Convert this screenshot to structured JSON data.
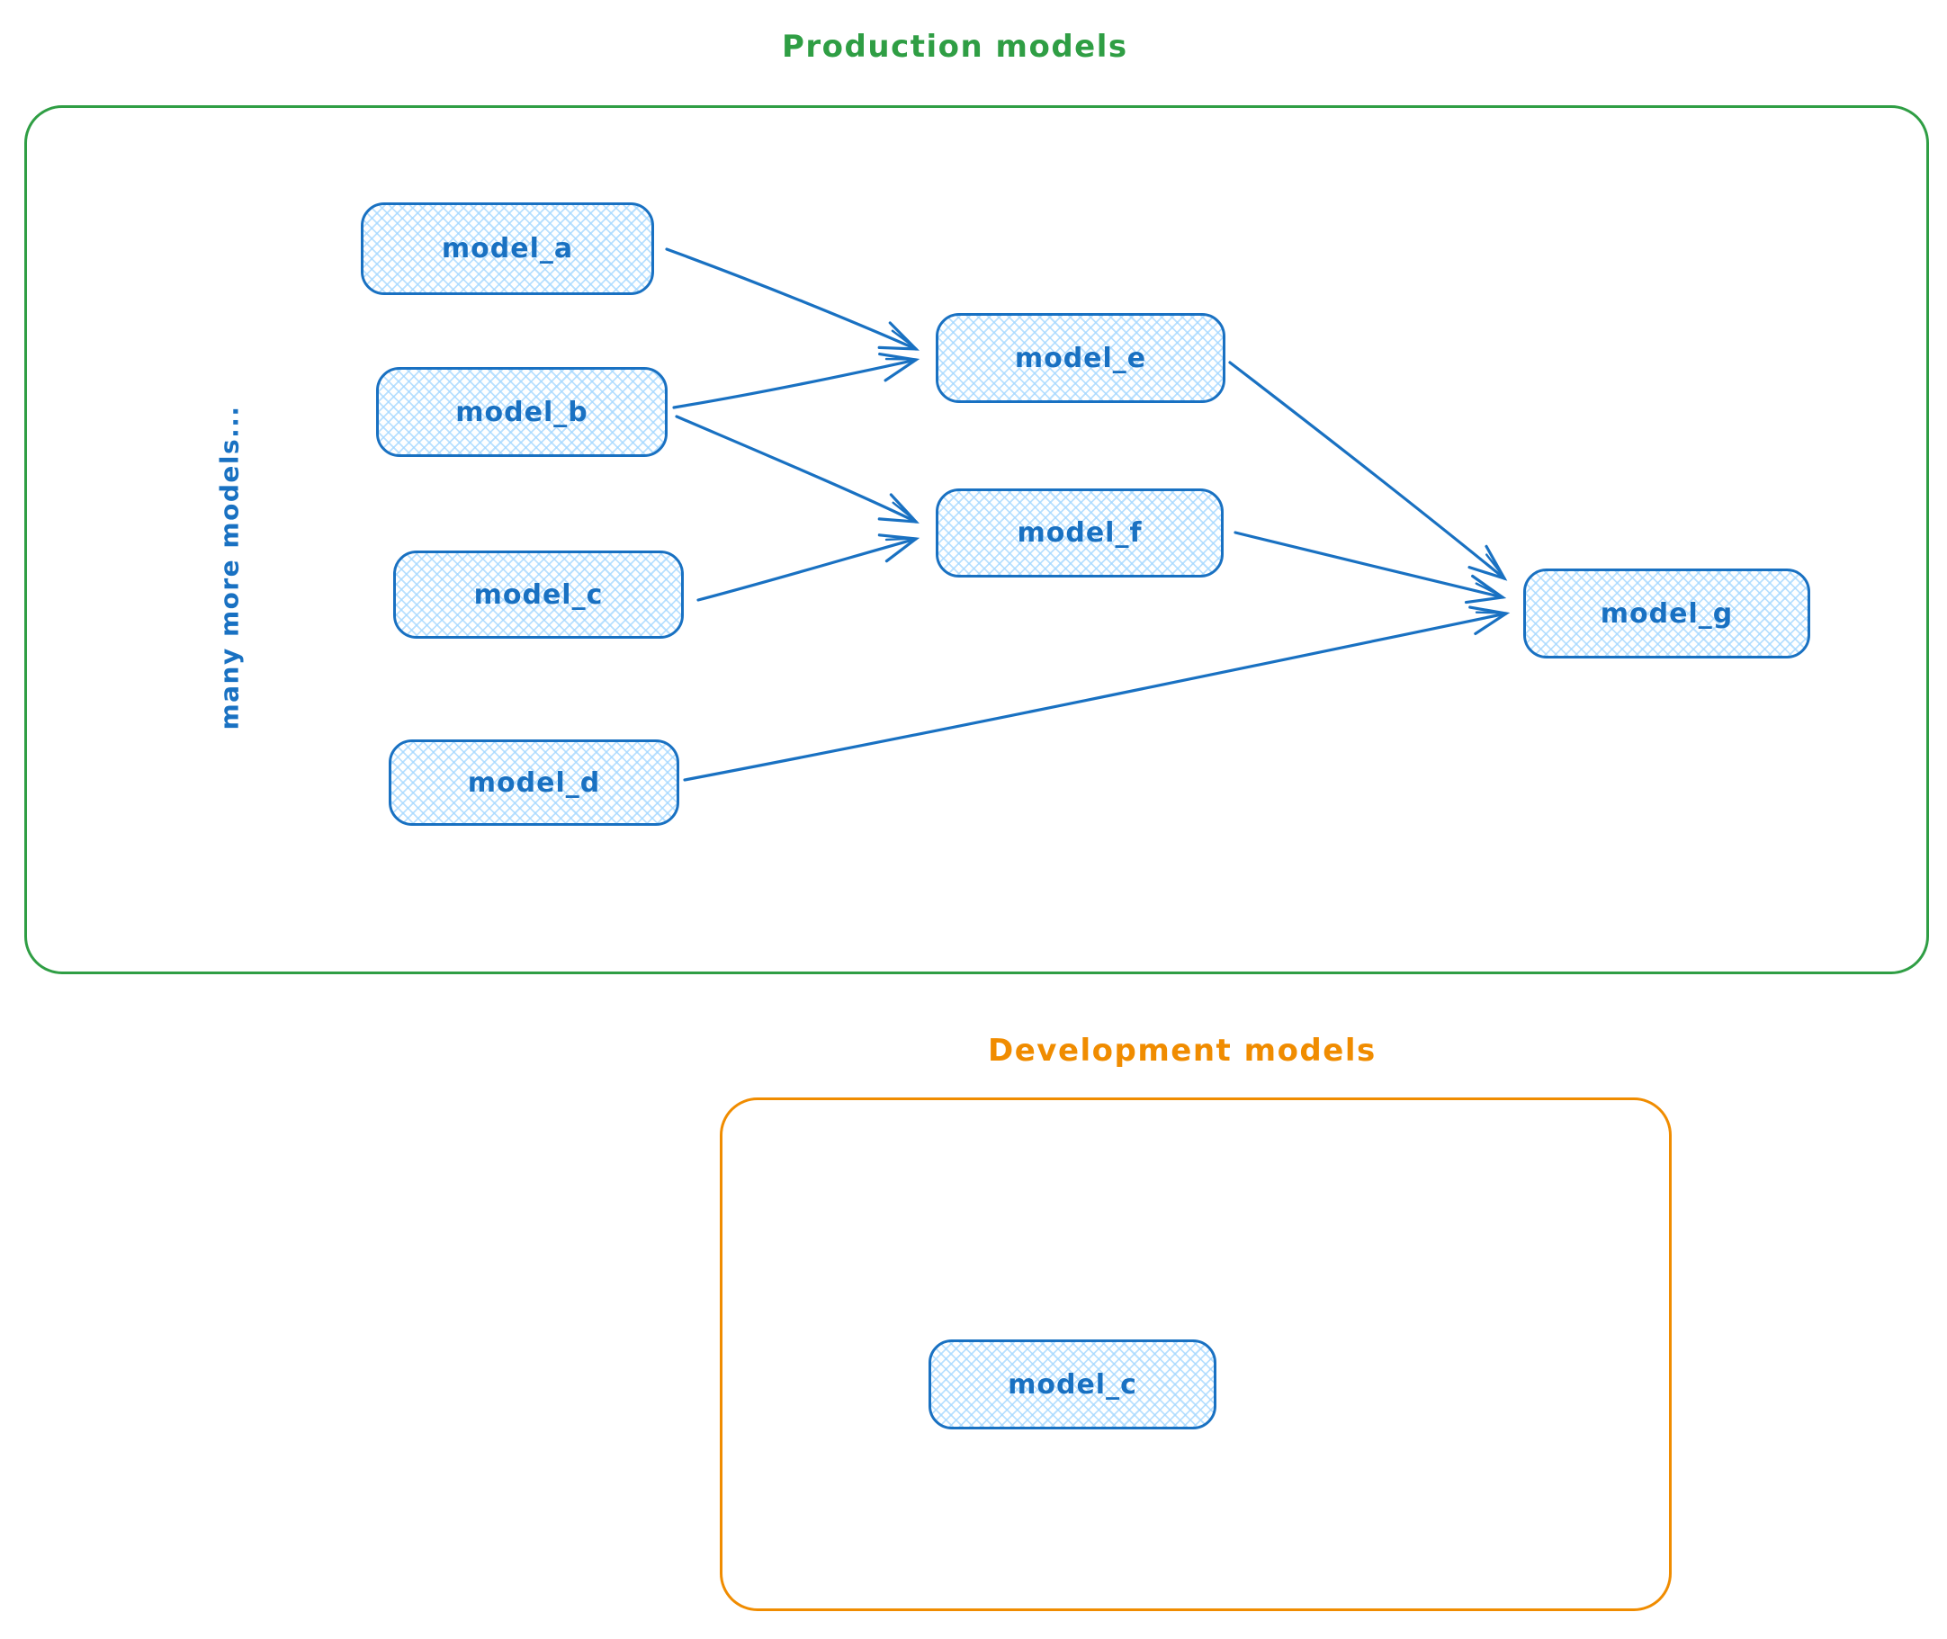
{
  "production": {
    "title": "Production models",
    "side_note": "many more models...",
    "nodes": [
      {
        "id": "model_a",
        "label": "model_a"
      },
      {
        "id": "model_b",
        "label": "model_b"
      },
      {
        "id": "model_c",
        "label": "model_c"
      },
      {
        "id": "model_d",
        "label": "model_d"
      },
      {
        "id": "model_e",
        "label": "model_e"
      },
      {
        "id": "model_f",
        "label": "model_f"
      },
      {
        "id": "model_g",
        "label": "model_g"
      }
    ],
    "edges": [
      {
        "from": "model_a",
        "to": "model_e"
      },
      {
        "from": "model_b",
        "to": "model_e"
      },
      {
        "from": "model_b",
        "to": "model_f"
      },
      {
        "from": "model_c",
        "to": "model_f"
      },
      {
        "from": "model_e",
        "to": "model_g"
      },
      {
        "from": "model_f",
        "to": "model_g"
      },
      {
        "from": "model_d",
        "to": "model_g"
      }
    ]
  },
  "development": {
    "title": "Development models",
    "nodes": [
      {
        "id": "model_c",
        "label": "model_c"
      }
    ]
  },
  "colors": {
    "node_stroke": "#1971c2",
    "node_fill_hatch": "#a5d8ff",
    "production_frame": "#2f9e44",
    "development_frame": "#f08c00",
    "arrow": "#1971c2"
  }
}
